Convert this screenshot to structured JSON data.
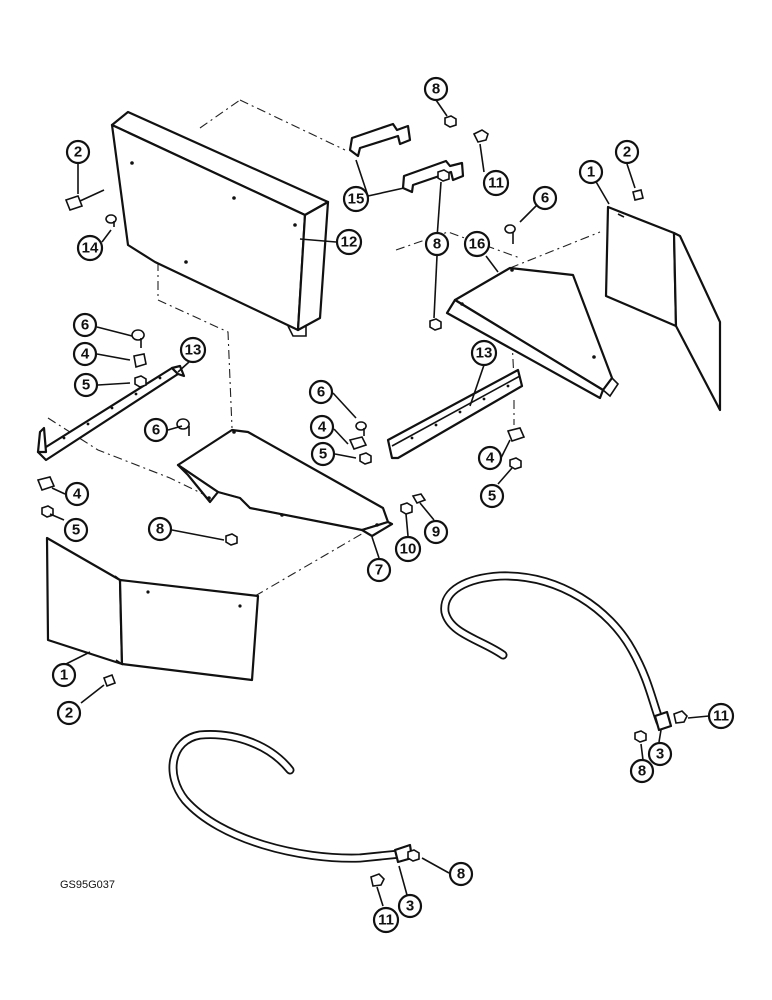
{
  "drawing_code": "GS95G037",
  "callouts": [
    {
      "id": "c2-tl",
      "label": "2"
    },
    {
      "id": "c14",
      "label": "14"
    },
    {
      "id": "c12",
      "label": "12"
    },
    {
      "id": "c8-top",
      "label": "8"
    },
    {
      "id": "c15",
      "label": "15"
    },
    {
      "id": "c11-top",
      "label": "11"
    },
    {
      "id": "c8-mid",
      "label": "8"
    },
    {
      "id": "c16",
      "label": "16"
    },
    {
      "id": "c6-tr",
      "label": "6"
    },
    {
      "id": "c1-tr",
      "label": "1"
    },
    {
      "id": "c2-tr",
      "label": "2"
    },
    {
      "id": "c6-l",
      "label": "6"
    },
    {
      "id": "c4-l",
      "label": "4"
    },
    {
      "id": "c5-l",
      "label": "5"
    },
    {
      "id": "c13-l",
      "label": "13"
    },
    {
      "id": "c6-m",
      "label": "6"
    },
    {
      "id": "c4-m",
      "label": "4"
    },
    {
      "id": "c5-m",
      "label": "5"
    },
    {
      "id": "c6-c",
      "label": "6"
    },
    {
      "id": "c13-r",
      "label": "13"
    },
    {
      "id": "c4-r",
      "label": "4"
    },
    {
      "id": "c5-r",
      "label": "5"
    },
    {
      "id": "c4-ll",
      "label": "4"
    },
    {
      "id": "c5-ll",
      "label": "5"
    },
    {
      "id": "c8-c",
      "label": "8"
    },
    {
      "id": "c10",
      "label": "10"
    },
    {
      "id": "c9",
      "label": "9"
    },
    {
      "id": "c7",
      "label": "7"
    },
    {
      "id": "c1-bl",
      "label": "1"
    },
    {
      "id": "c2-bl",
      "label": "2"
    },
    {
      "id": "c11-r",
      "label": "11"
    },
    {
      "id": "c8-r",
      "label": "8"
    },
    {
      "id": "c3-r",
      "label": "3"
    },
    {
      "id": "c8-b",
      "label": "8"
    },
    {
      "id": "c3-b",
      "label": "3"
    },
    {
      "id": "c11-b",
      "label": "11"
    }
  ]
}
